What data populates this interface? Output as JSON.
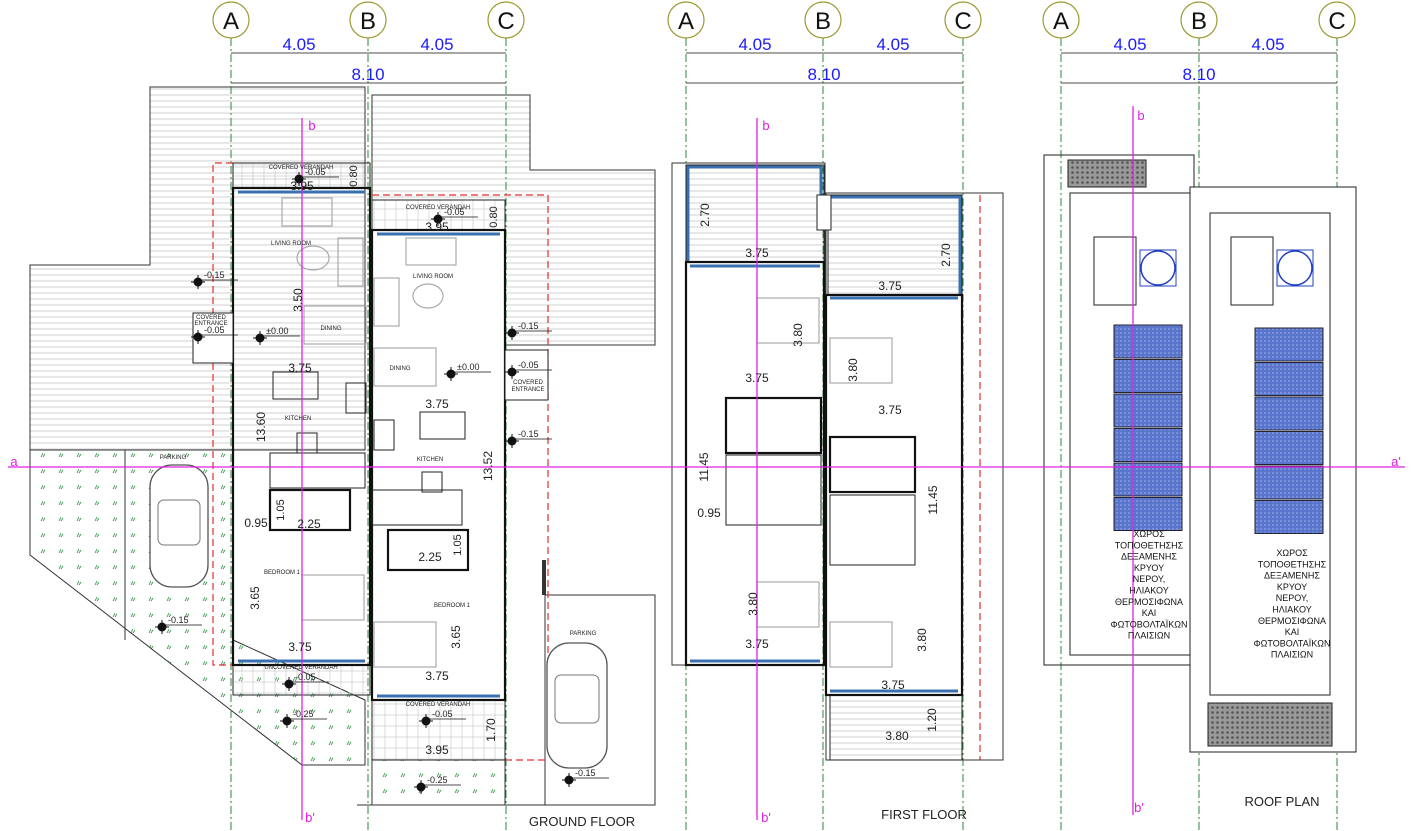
{
  "grid_labels": [
    "A",
    "B",
    "C"
  ],
  "dimensions": {
    "half_span": "4.05",
    "full_span": "8.10"
  },
  "section_marks": {
    "a": "a",
    "a_prime": "a'",
    "b": "b",
    "b_prime": "b'"
  },
  "ground_floor": {
    "title": "GROUND FLOOR",
    "covered_verandah": "COVERED VERANDAH",
    "uncovered_verandah": "UNCOVERED VERANDAH",
    "living_room": "LIVING ROOM",
    "dining": "DINING",
    "kitchen": "KITCHEN",
    "bedroom": "BEDROOM 1",
    "covered_entrance_1": "COVERED",
    "covered_entrance_2": "ENTRANCE",
    "parking": "PARKING",
    "levels": {
      "m005": "-0.05",
      "m015": "-0.15",
      "zero": "±0.00",
      "m025": "-0.25"
    },
    "dims": {
      "d395": "3.95",
      "d080": "0.80",
      "d375": "3.75",
      "d1360": "13.60",
      "d1352": "13.52",
      "d350": "3.50",
      "d105": "1.05",
      "d225": "2.25",
      "d095": "0.95",
      "d365": "3.65",
      "d170": "1.70"
    }
  },
  "first_floor": {
    "title": "FIRST FLOOR",
    "dims": {
      "d270": "2.70",
      "d375": "3.75",
      "d380": "3.80",
      "d1145": "11.45",
      "d095": "0.95",
      "d120": "1.20"
    }
  },
  "roof_plan": {
    "title": "ROOF PLAN",
    "note_lines": [
      "ΧΩΡΟΣ",
      "ΤΟΠΟΘΕΤΗΣΗΣ",
      "ΔΕΞΑΜΕΝΗΣ",
      "ΚΡΥΟΥ",
      "ΝΕΡΟΥ,",
      "ΗΛΙΑΚΟΥ",
      "ΘΕΡΜΟΣΙΦΩΝΑ",
      "ΚΑΙ",
      "ΦΩΤΟΒΟΛΤΑΪΚΩΝ",
      "ΠΛΑΙΣΙΩΝ"
    ]
  },
  "colors": {
    "dimension_text": "#1a1aff",
    "section_line": "#e020e0",
    "grid_line": "#2a8a3a",
    "boundary": "#e03030",
    "glazing": "#3a6fb0",
    "solar_panel": "#5570c8"
  }
}
